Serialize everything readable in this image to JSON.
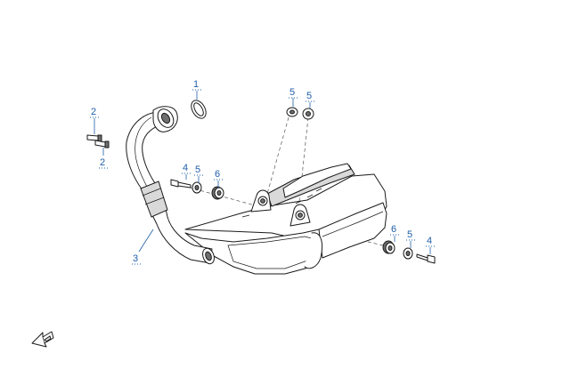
{
  "callouts": [
    {
      "id": "c1",
      "label": "1"
    },
    {
      "id": "c2a",
      "label": "2"
    },
    {
      "id": "c2b",
      "label": "2"
    },
    {
      "id": "c3",
      "label": "3"
    },
    {
      "id": "c4a",
      "label": "4"
    },
    {
      "id": "c4b",
      "label": "4"
    },
    {
      "id": "c5a",
      "label": "5"
    },
    {
      "id": "c5b",
      "label": "5"
    },
    {
      "id": "c5c",
      "label": "5"
    },
    {
      "id": "c5d",
      "label": "5"
    },
    {
      "id": "c6a",
      "label": "6"
    },
    {
      "id": "c6b",
      "label": "6"
    }
  ],
  "colors": {
    "callout": "#1f5fa8",
    "line": "#1a1a1a"
  },
  "icons": {
    "front_direction": "front-arrow-icon"
  }
}
